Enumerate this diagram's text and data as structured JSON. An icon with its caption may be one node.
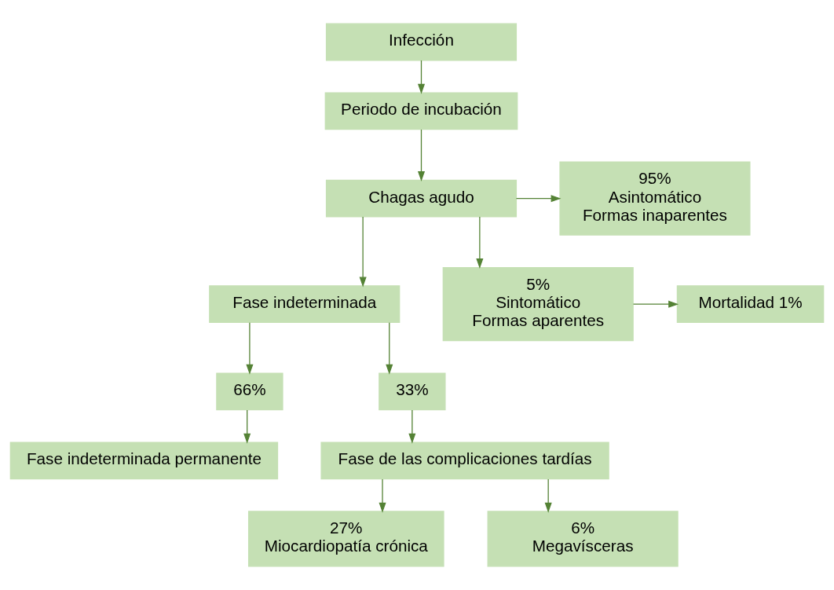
{
  "diagram": {
    "nodes": [
      {
        "text": [
          "Infección"
        ]
      },
      {
        "text": [
          "Periodo de incubación"
        ]
      },
      {
        "text": [
          "Chagas agudo"
        ]
      },
      {
        "text": [
          "Fase indeterminada"
        ]
      },
      {
        "text": [
          "95%",
          "Asintomático",
          "Formas inaparentes"
        ]
      },
      {
        "text": [
          "5%",
          "Sintomático",
          "Formas aparentes"
        ]
      },
      {
        "text": [
          "Mortalidad 1%"
        ]
      },
      {
        "text": [
          "66%"
        ]
      },
      {
        "text": [
          "33%"
        ]
      },
      {
        "text": [
          "Fase indeterminada permanente"
        ]
      },
      {
        "text": [
          "Fase de las complicaciones tardías"
        ]
      },
      {
        "text": [
          "27%",
          "Miocardiopatía crónica"
        ]
      },
      {
        "text": [
          "6%",
          "Megavísceras"
        ]
      }
    ],
    "edges": [
      {
        "from": 0,
        "to": 1,
        "arrow": "to"
      },
      {
        "from": 1,
        "to": 2,
        "arrow": "to"
      },
      {
        "from": 2,
        "to": 3,
        "arrow": "to"
      },
      {
        "from": 2,
        "to": 4,
        "arrow": "to"
      },
      {
        "from": 2,
        "to": 5,
        "arrow": "to"
      },
      {
        "from": 5,
        "to": 6,
        "arrow": "to"
      },
      {
        "from": 3,
        "to": 7,
        "arrow": "to"
      },
      {
        "from": 3,
        "to": 8,
        "arrow": "to"
      },
      {
        "from": 7,
        "to": 9,
        "arrow": "to"
      },
      {
        "from": 8,
        "to": 10,
        "arrow": "to"
      },
      {
        "from": 10,
        "to": 11,
        "arrow": "to"
      },
      {
        "from": 10,
        "to": 12,
        "arrow": "to"
      }
    ]
  }
}
